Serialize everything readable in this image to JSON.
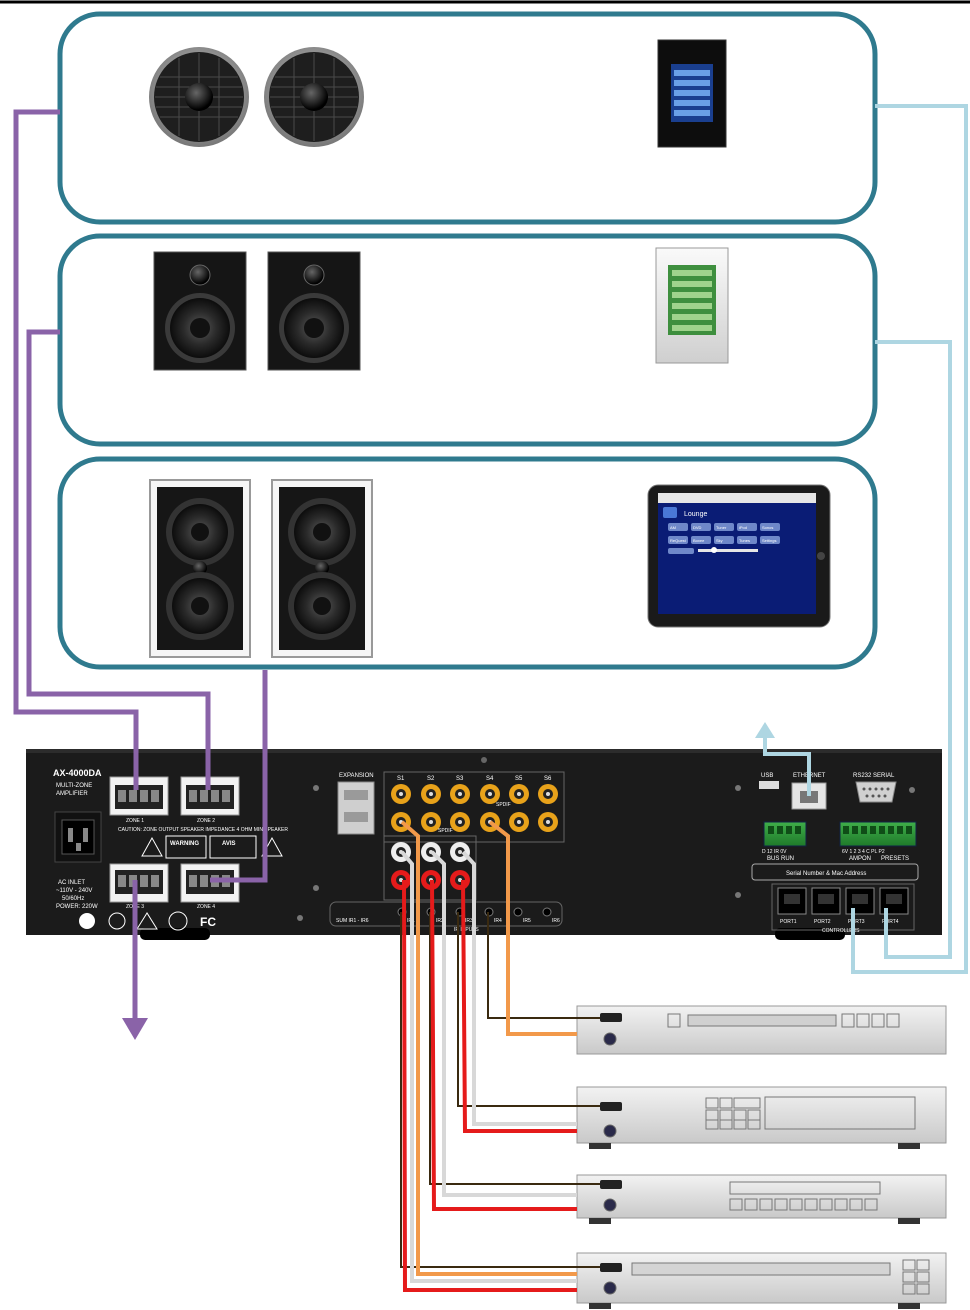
{
  "amplifier": {
    "model": "AX-4000DA",
    "subtitle_line1": "MULTI-ZONE",
    "subtitle_line2": "AMPLIFIER",
    "zone1": "ZONE 1",
    "zone2": "ZONE 2",
    "zone3": "ZONE 3",
    "zone4": "ZONE 4",
    "caution": "CAUTION: ZONE OUTPUT SPEAKER IMPEDANCE 4 OHM MIN/SPEAKER",
    "warning": "WARNING",
    "avis": "AVIS",
    "ac_inlet": "AC INLET",
    "voltage": "~110V - 240V",
    "freq": "50/60Hz",
    "power": "POWER: 220W",
    "fc": "FC",
    "expansion": "EXPANSION",
    "spdif": "SPDIF",
    "sources": [
      "S1",
      "S2",
      "S3",
      "S4",
      "S5",
      "S6"
    ],
    "ir_sum": "SUM IR1 - IR6",
    "ir_ports": [
      "IR1",
      "IR2",
      "IR3",
      "IR4",
      "IR5",
      "IR6"
    ],
    "ir_inputs_label": "IR INPUTS",
    "usb": "USB",
    "ethernet": "ETHERNET",
    "rs232": "RS232 SERIAL",
    "bus_run": "BUS RUN",
    "bus_pins": "D  12  IR  0V",
    "ampon": "AMPON",
    "presets": "PRESETS",
    "ampon_pins": "6V 1  2  3  4  C  PL  P2",
    "serial_mac": "Serial Number & Mac Address",
    "ports": [
      "PORT1",
      "PORT2",
      "PORT3",
      "PORT4"
    ],
    "controllers": "CONTROLLERS"
  },
  "ipad": {
    "room": "Lounge",
    "buttons_row1": [
      "AM",
      "DVD",
      "Tuner",
      "iPod",
      "Sonos"
    ],
    "buttons_row2": [
      "ReQuest",
      "Boxee",
      "Sky",
      "Tunes",
      "Settings"
    ]
  },
  "colors": {
    "zone_border": "#2f7a8e",
    "purple_wire": "#8a63a8",
    "blue_wire": "#aed6e2",
    "orange_wire": "#f2994a",
    "red_wire": "#e51b1b",
    "white_wire": "#d8d8d8",
    "ir_wire": "#3a2a10",
    "chassis": "#1b1b1b"
  }
}
